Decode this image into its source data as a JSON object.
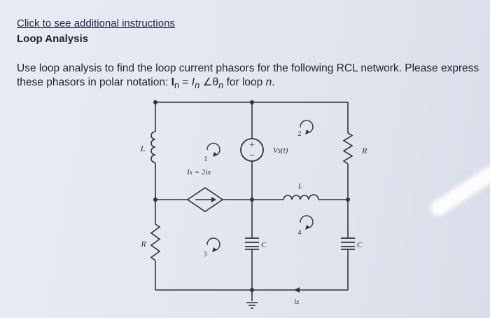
{
  "header": {
    "instructions_link": "Click to see additional instructions",
    "title": "Loop Analysis"
  },
  "problem": {
    "line1": "Use loop analysis to find the loop current phasors for the following RCL network. Please express",
    "line2_prefix": "these phasors in polar notation: ",
    "bold_I": "I",
    "sub_n": "n",
    "equals": " = ",
    "ital_I": "I",
    "angle": " ∠θ",
    "line2_suffix": " for loop ",
    "ital_n": "n",
    "period": "."
  },
  "circuit": {
    "labels": {
      "left_inductor": "L",
      "right_resistor": "R",
      "voltage_source": "Vs(t)",
      "current_source": "Is = 2ix",
      "middle_inductor": "L",
      "left_resistor": "R",
      "middle_capacitor": "C",
      "right_capacitor": "C",
      "current_ix": "ix",
      "source_plus": "+",
      "source_minus": "−"
    },
    "loops": [
      "1",
      "2",
      "3",
      "4"
    ]
  }
}
